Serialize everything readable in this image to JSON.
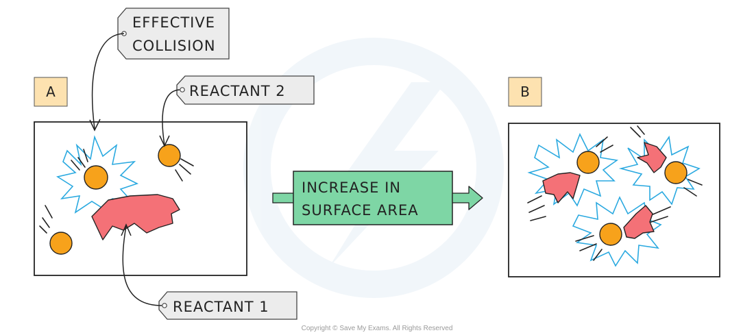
{
  "labels": {
    "effective_line1": "EFFECTIVE",
    "effective_line2": "COLLISION",
    "reactant2": "REACTANT 2",
    "reactant1": "REACTANT 1",
    "process_line1": "INCREASE  IN",
    "process_line2": "SURFACE  AREA",
    "panel_a": "A",
    "panel_b": "B"
  },
  "copyright": "Copyright © Save My Exams. All Rights Reserved",
  "colors": {
    "particle": "#f7a21b",
    "solid": "#f47177",
    "spark": "#2aa9e0",
    "process_box": "#7ed6a5",
    "panel_label_bg": "#fde2b0",
    "tag_bg": "#ececec"
  }
}
